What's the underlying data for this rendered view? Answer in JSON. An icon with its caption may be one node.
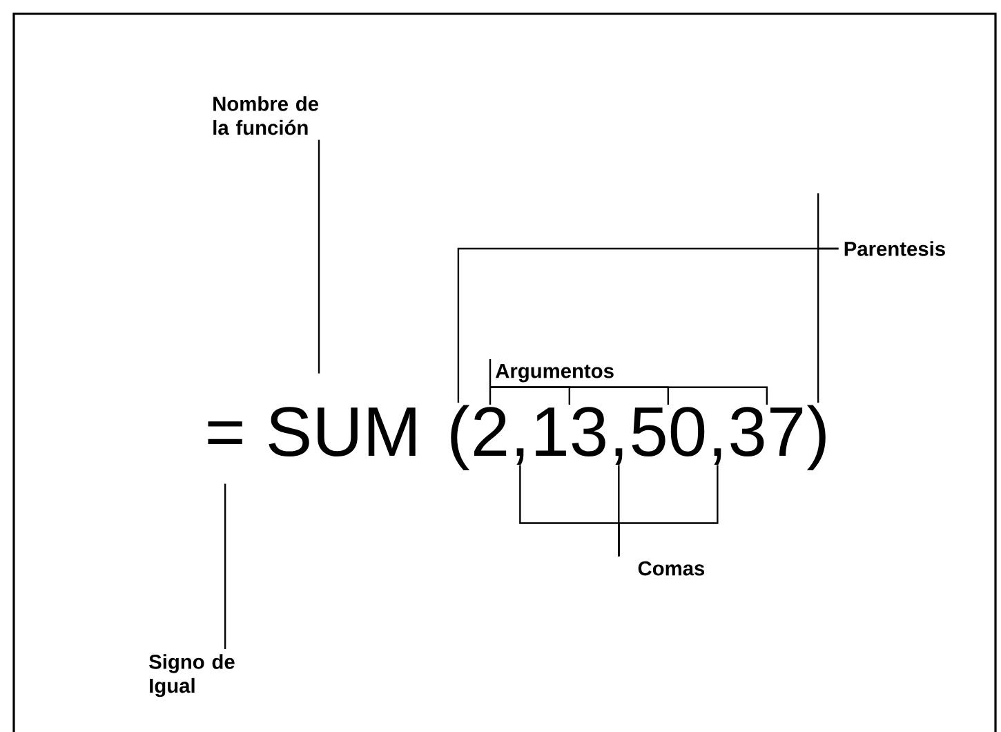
{
  "diagram": {
    "nodes": [
      {
        "text": [
          "Nombre de la función"
        ]
      },
      {
        "text": [
          "Parentesis"
        ]
      },
      {
        "text": [
          "Argumentos"
        ]
      },
      {
        "text": [
          "="
        ]
      },
      {
        "text": [
          "SUM"
        ]
      },
      {
        "text": [
          "("
        ]
      },
      {
        "text": [
          "2"
        ]
      },
      {
        "text": [
          ","
        ]
      },
      {
        "text": [
          "13"
        ]
      },
      {
        "text": [
          ","
        ]
      },
      {
        "text": [
          "50"
        ]
      },
      {
        "text": [
          ","
        ]
      },
      {
        "text": [
          "37"
        ]
      },
      {
        "text": [
          ")"
        ]
      },
      {
        "text": [
          "Comas"
        ]
      },
      {
        "text": [
          "Signo de Igual"
        ]
      }
    ],
    "edges": [
      {
        "from": 0,
        "to": 4,
        "arrow": "none"
      },
      {
        "from": 1,
        "to": 5,
        "arrow": "none"
      },
      {
        "from": 1,
        "to": 13,
        "arrow": "none"
      },
      {
        "from": 2,
        "to": 6,
        "arrow": "none"
      },
      {
        "from": 2,
        "to": 8,
        "arrow": "none"
      },
      {
        "from": 2,
        "to": 10,
        "arrow": "none"
      },
      {
        "from": 2,
        "to": 12,
        "arrow": "none"
      },
      {
        "from": 14,
        "to": 7,
        "arrow": "none"
      },
      {
        "from": 14,
        "to": 9,
        "arrow": "none"
      },
      {
        "from": 14,
        "to": 11,
        "arrow": "none"
      },
      {
        "from": 15,
        "to": 3,
        "arrow": "none"
      }
    ]
  }
}
